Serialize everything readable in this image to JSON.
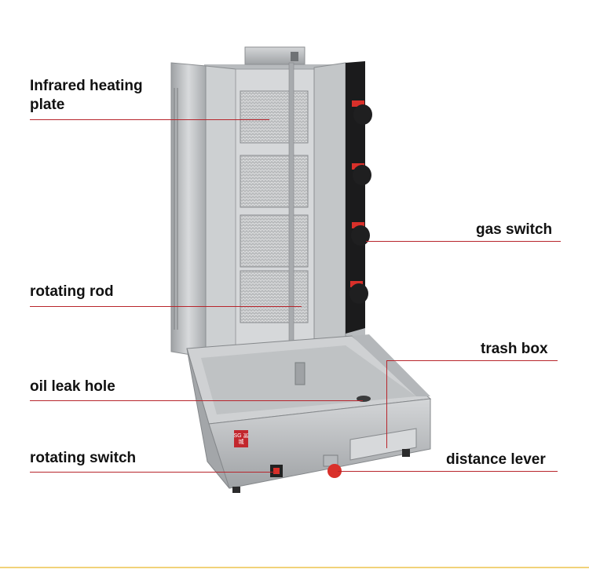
{
  "labels": {
    "heating_plate_line1": "Infrared heating",
    "heating_plate_line2": "plate",
    "rotating_rod": "rotating rod",
    "oil_leak_hole": "oil leak hole",
    "rotating_switch": "rotating switch",
    "gas_switch": "gas switch",
    "trash_box": "trash box",
    "distance_lever": "distance lever"
  },
  "logo_text": "SG 富城",
  "colors": {
    "leader_line": "#b8252c",
    "steel": "#c9cbcd",
    "knob_accent": "#d9302a"
  },
  "icons": [
    "broiler-machine-illustration",
    "gas-knob-icon",
    "power-switch-icon"
  ]
}
